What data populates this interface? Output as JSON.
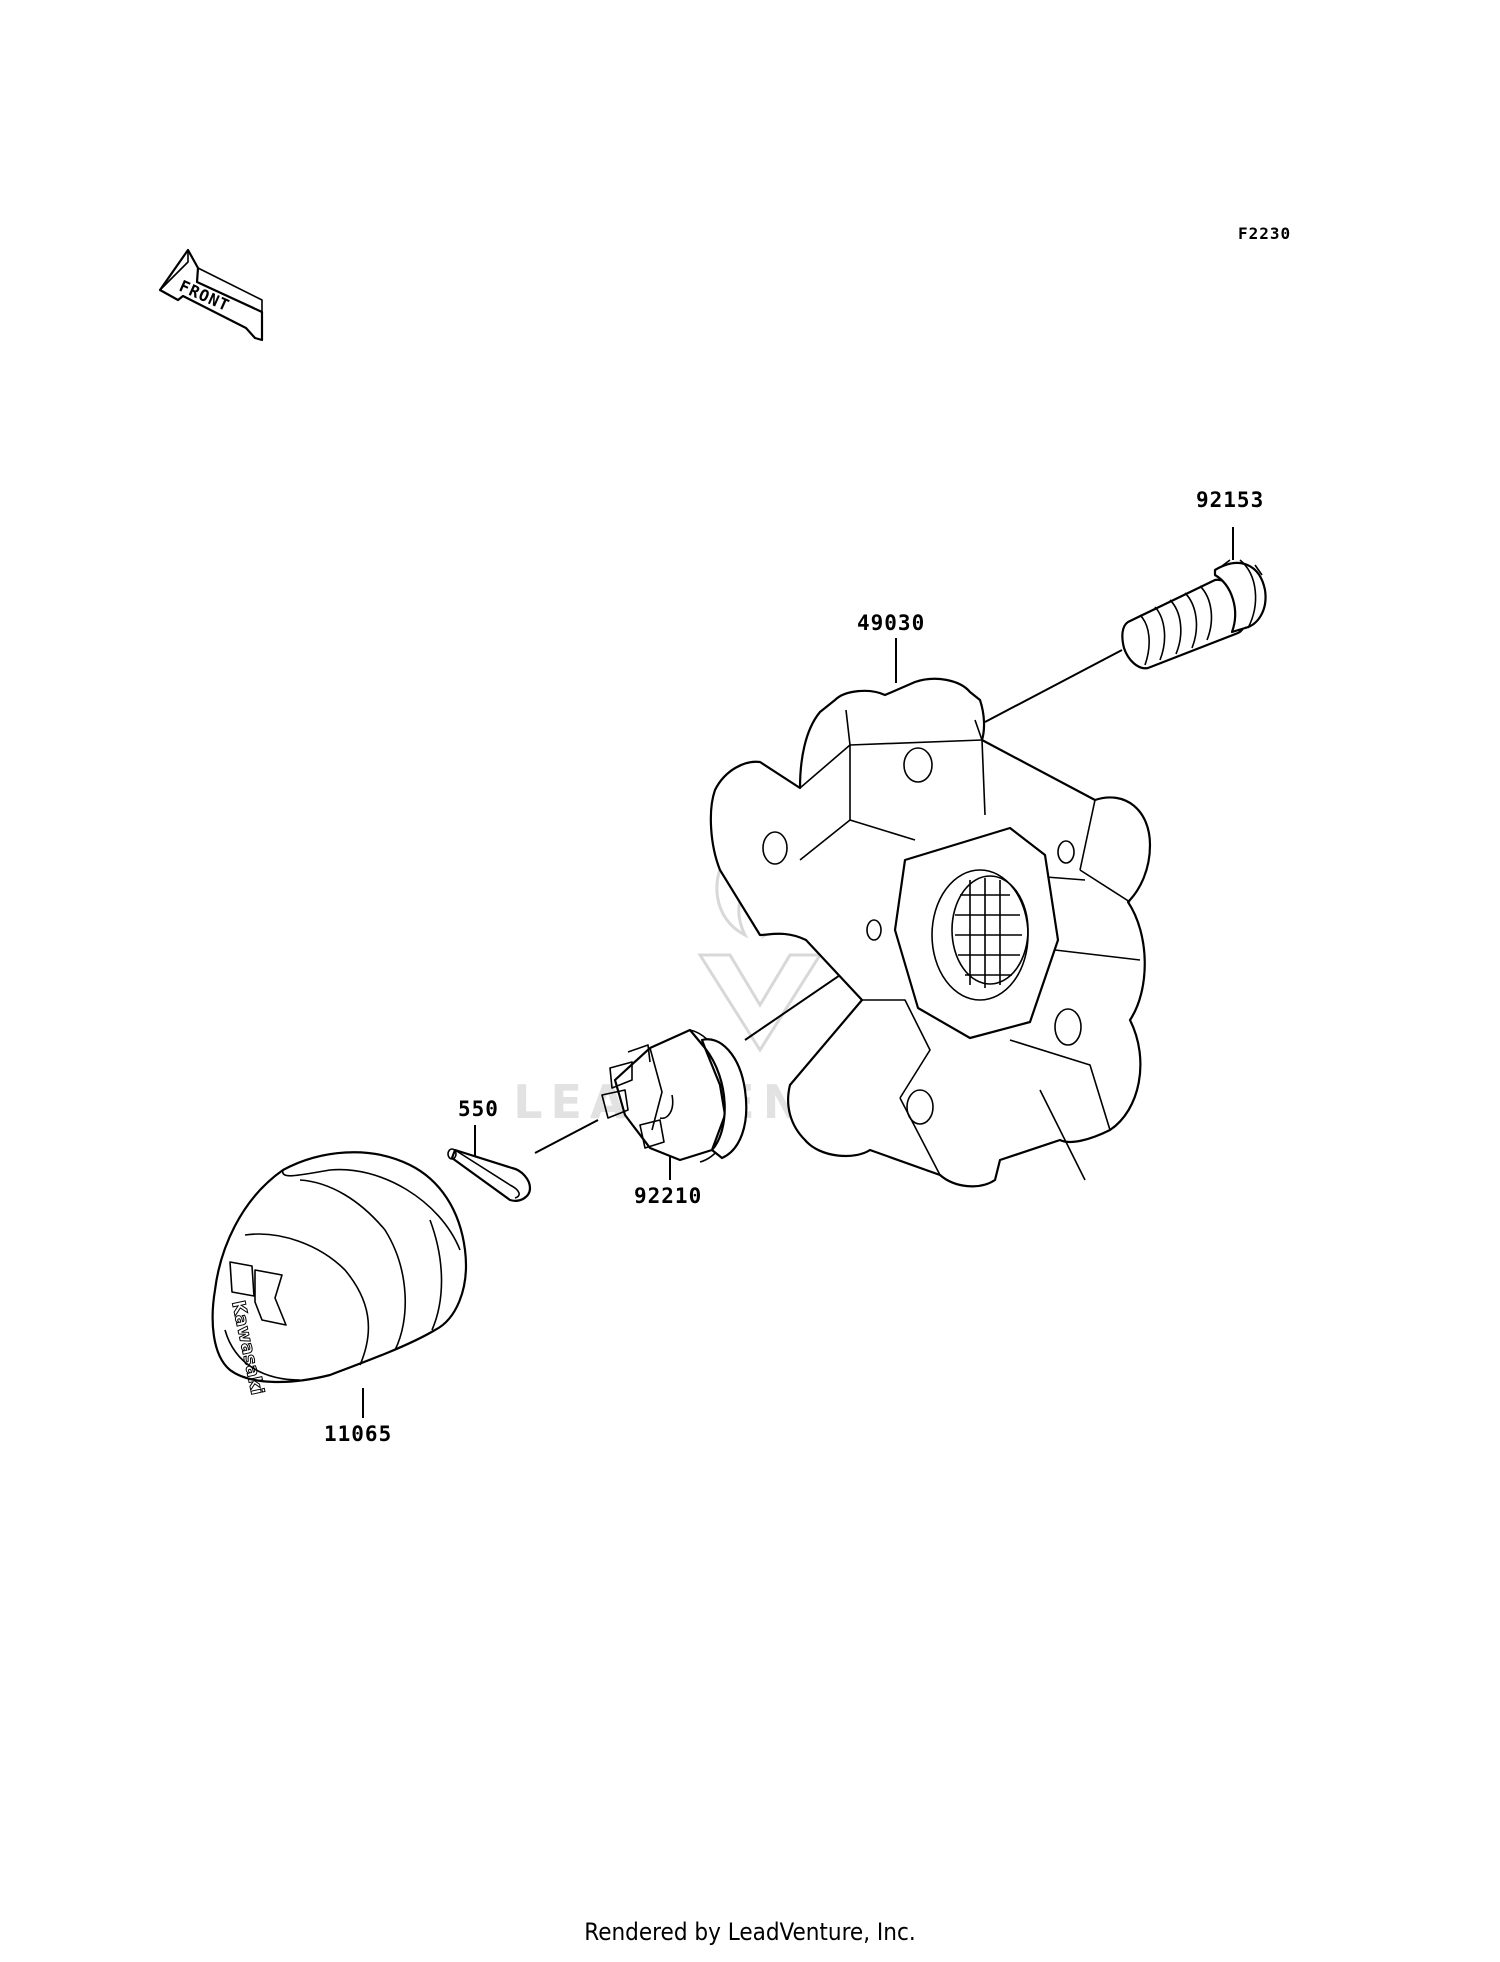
{
  "diagram": {
    "figure_code": "F2230",
    "front_arrow_label": "FRONT",
    "watermark": "LEADVENTURE",
    "footer": "Rendered by LeadVenture, Inc.",
    "cap_logo_text": "Kawasaki",
    "parts": [
      {
        "id": "92153"
      },
      {
        "id": "49030"
      },
      {
        "id": "550"
      },
      {
        "id": "92210"
      },
      {
        "id": "11065"
      }
    ]
  }
}
